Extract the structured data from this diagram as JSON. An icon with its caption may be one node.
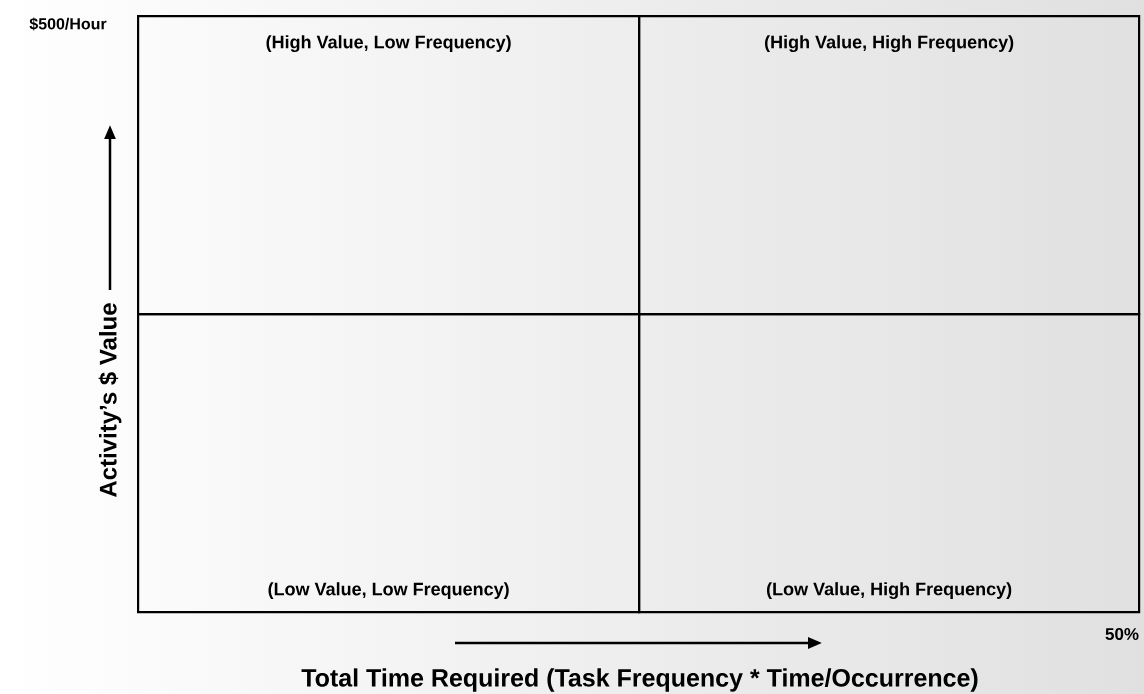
{
  "diagram": {
    "nodes": [
      {
        "text": [
          "(High Value, Low Frequency)"
        ]
      },
      {
        "text": [
          "(High Value, High Frequency)"
        ]
      },
      {
        "text": [
          "(Low Value, Low Frequency)"
        ]
      },
      {
        "text": [
          "(Low Value, High Frequency)"
        ]
      }
    ],
    "labels": [
      "$500/Hour",
      "Activity’s $ Value",
      "50%",
      "Total Time Required (Task Frequency * Time/Occurrence)"
    ]
  }
}
